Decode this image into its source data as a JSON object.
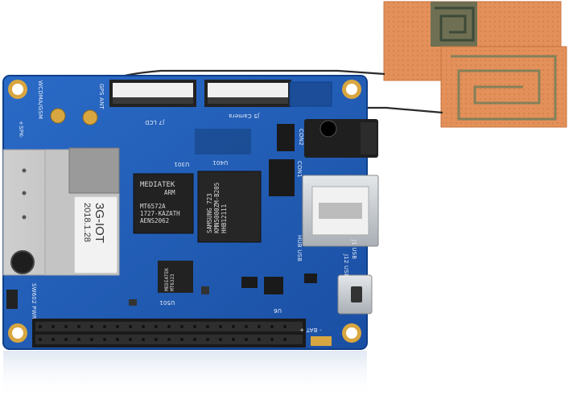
{
  "board": {
    "sticker_line1": "3G-IOT",
    "sticker_line2": "2018.1.28",
    "soc_text": [
      "MEDIATEK",
      "ARM",
      "MT6572A",
      "1727-KAZATH",
      "AENS2062"
    ],
    "mem_text": [
      "SAMSUNG 723",
      "KMN5000ZM-B205",
      "HHB12111"
    ],
    "pmic_text": [
      "MEDIATEK",
      "MT6323"
    ],
    "labels": {
      "wcdma": "WCDMA/GSM",
      "spk": "+SPK-",
      "gps": "GPS ANT",
      "j7": "J7 LCD",
      "j5": "J5 Camera",
      "u301": "U301",
      "u401": "U401",
      "con1": "CON1",
      "con2": "CON2",
      "hub_usb": "HUB USB",
      "j1_usb": "J1 USB",
      "j12_usb": "J12 USB",
      "bat": "- BAT +",
      "sw_pwr": "SW602 PWR",
      "u501": "U501",
      "u6": "U6"
    },
    "colors": {
      "pcb": "#1d5bb5",
      "pcb_edge": "#0f3f8a",
      "antenna": "#e08a4e",
      "header": "#1a1a1a",
      "gold": "#d8a640"
    }
  }
}
